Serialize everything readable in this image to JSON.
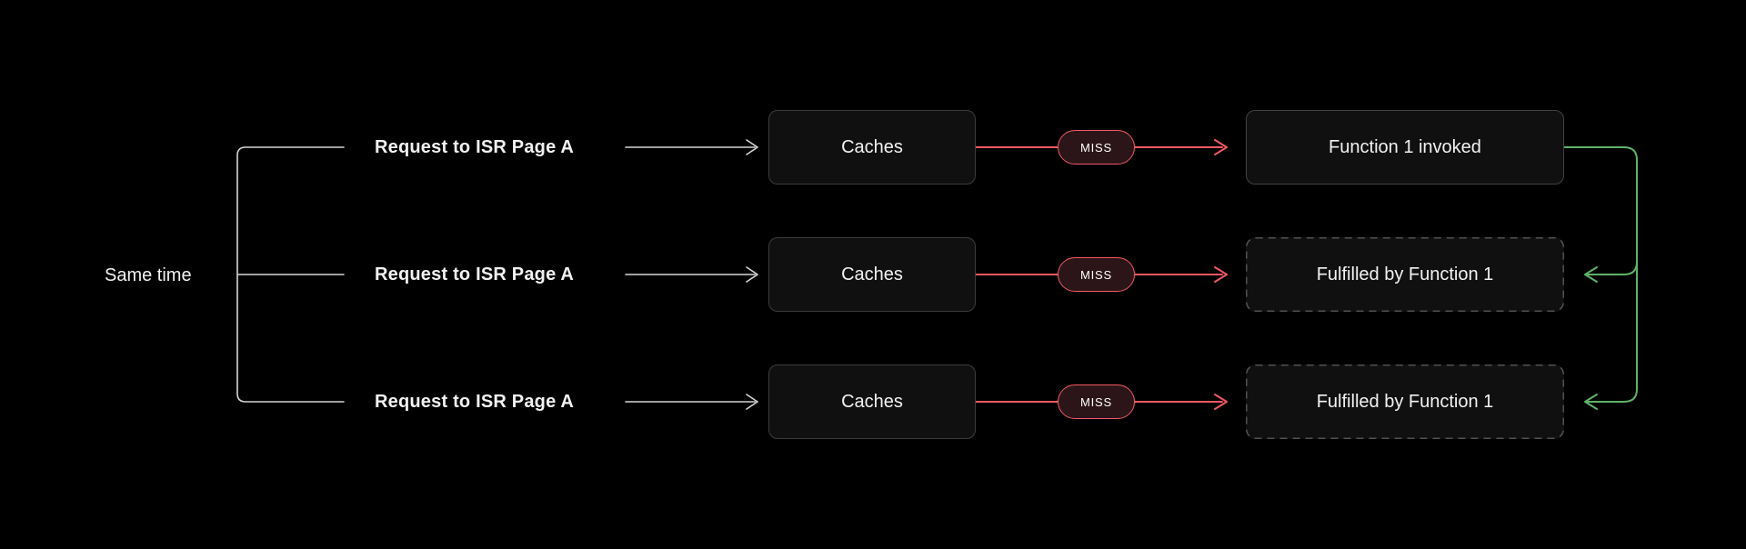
{
  "colors": {
    "bg": "#000000",
    "text": "#f2f2f2",
    "line": "#d6d6d6",
    "red": "#ef5a63",
    "pill_bg": "#2b1518",
    "green": "#5fb269",
    "box_bg": "#101010",
    "box_border": "#3c3c3c",
    "box_border_solid": "#424242",
    "dashed_border": "#515151"
  },
  "group": {
    "label": "Same time"
  },
  "rows": [
    {
      "request": "Request to ISR Page A",
      "cache": "Caches",
      "badge": "MISS",
      "result": "Function 1 invoked",
      "result_style": "solid"
    },
    {
      "request": "Request to ISR Page A",
      "cache": "Caches",
      "badge": "MISS",
      "result": "Fulfilled by Function 1",
      "result_style": "dashed"
    },
    {
      "request": "Request to ISR Page A",
      "cache": "Caches",
      "badge": "MISS",
      "result": "Fulfilled by Function 1",
      "result_style": "dashed"
    }
  ]
}
